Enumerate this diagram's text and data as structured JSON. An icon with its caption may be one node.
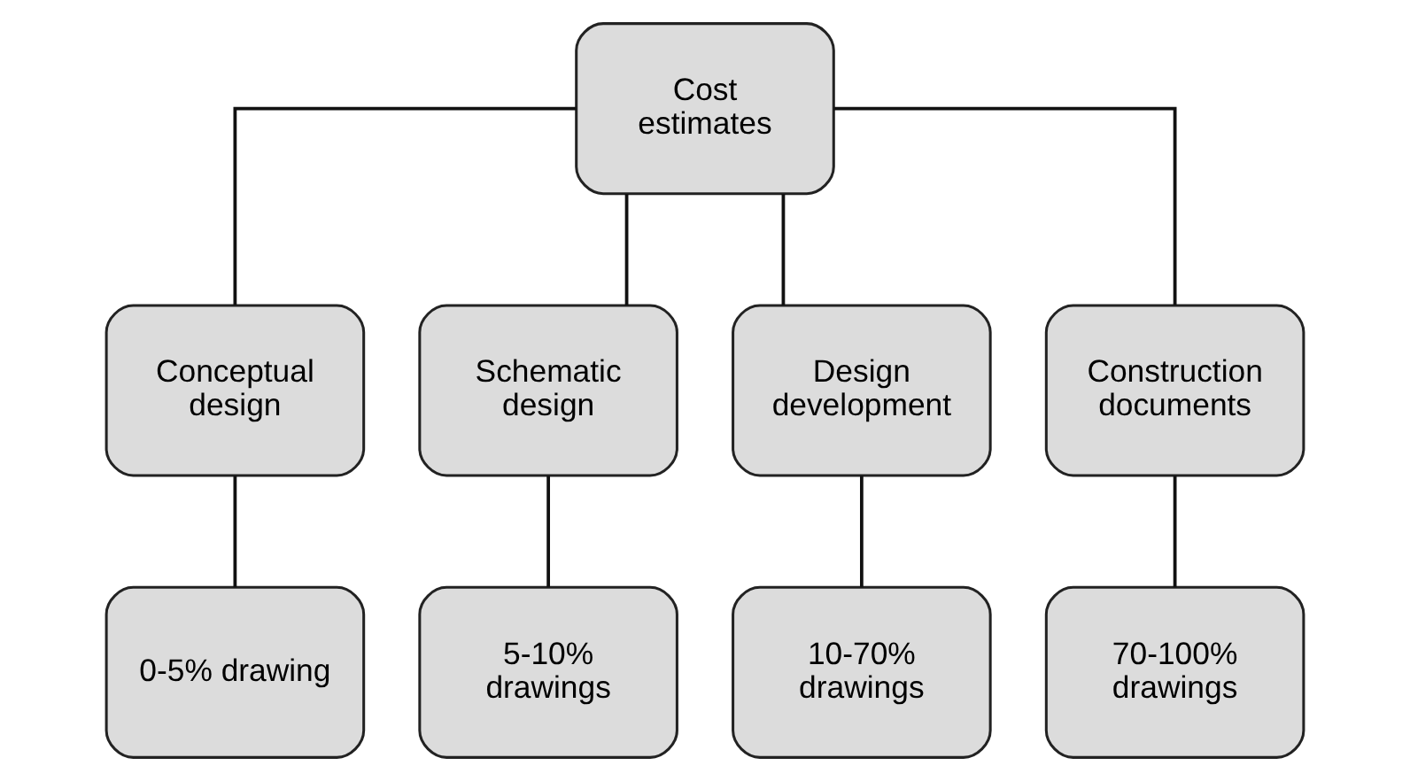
{
  "diagram": {
    "nodes": [
      {
        "text": [
          "Cost estimates"
        ]
      },
      {
        "text": [
          "Conceptual design"
        ]
      },
      {
        "text": [
          "Schematic design"
        ]
      },
      {
        "text": [
          "Design development"
        ]
      },
      {
        "text": [
          "Construction documents"
        ]
      },
      {
        "text": [
          "0-5% drawing"
        ]
      },
      {
        "text": [
          "5-10% drawings"
        ]
      },
      {
        "text": [
          "10-70% drawings"
        ]
      },
      {
        "text": [
          "70-100% drawings"
        ]
      }
    ],
    "edges": [
      {
        "from": 0,
        "to": 1,
        "arrow": "none"
      },
      {
        "from": 0,
        "to": 2,
        "arrow": "none"
      },
      {
        "from": 0,
        "to": 3,
        "arrow": "none"
      },
      {
        "from": 0,
        "to": 4,
        "arrow": "none"
      },
      {
        "from": 1,
        "to": 5,
        "arrow": "none"
      },
      {
        "from": 2,
        "to": 6,
        "arrow": "none"
      },
      {
        "from": 3,
        "to": 7,
        "arrow": "none"
      },
      {
        "from": 4,
        "to": 8,
        "arrow": "none"
      }
    ]
  }
}
